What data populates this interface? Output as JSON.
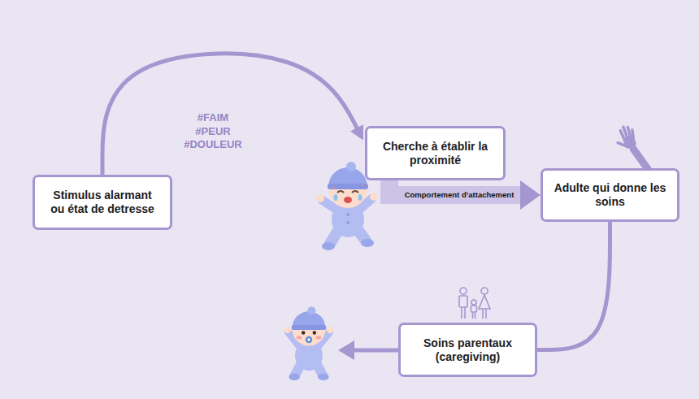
{
  "diagram": {
    "nodes": [
      {
        "text": [
          "Stimulus alarmant ou état de detresse"
        ]
      },
      {
        "text": [
          "Cherche à établir la proximité"
        ]
      },
      {
        "text": [
          "Adulte qui donne les soins"
        ]
      },
      {
        "text": [
          "Soins parentaux (caregiving)"
        ]
      }
    ],
    "edges": [
      {
        "from": 0,
        "to": 1,
        "arrow": "to"
      },
      {
        "from": 1,
        "to": 2,
        "label": "Comportement d’attachement",
        "arrow": "to"
      },
      {
        "from": 2,
        "to": 3,
        "arrow": "none"
      }
    ],
    "labels": [
      "#FAIM",
      "#PEUR",
      "#DOULEUR"
    ]
  }
}
